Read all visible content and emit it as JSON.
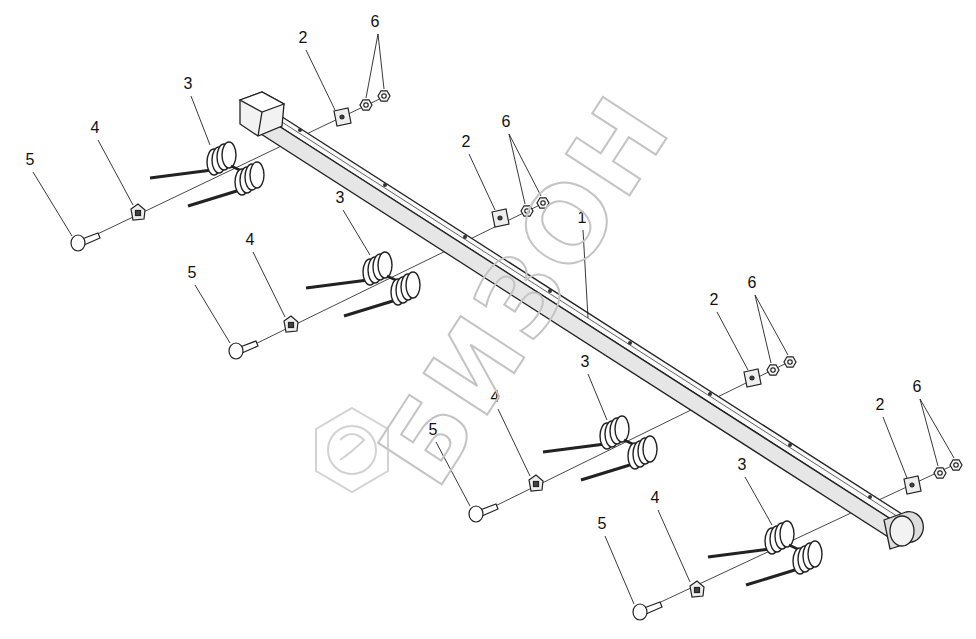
{
  "diagram": {
    "labels": [
      "2",
      "6",
      "3",
      "4",
      "5",
      "2",
      "6",
      "3",
      "1",
      "4",
      "5",
      "2",
      "6",
      "3",
      "4",
      "6",
      "2",
      "5",
      "3",
      "4",
      "5",
      "БИЗОН"
    ]
  }
}
